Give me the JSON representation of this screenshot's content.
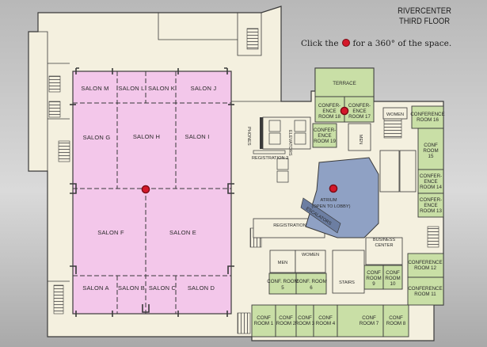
{
  "title": {
    "line1": "RIVERCENTER",
    "line2": "THIRD FLOOR"
  },
  "legend": {
    "before": "Click the",
    "after": "for a 360° of the space."
  },
  "colors": {
    "salon_fill": "#f3c7ea",
    "room_fill": "#c9dfa6",
    "floor_fill": "#f4f0df",
    "atrium_fill": "#8fa1c4",
    "hotspot": "#d4182a",
    "line": "#3a3a3a"
  },
  "salons": {
    "m": "SALON M",
    "l": "SALON L",
    "k": "SALON K",
    "j": "SALON J",
    "g": "SALON G",
    "h": "SALON H",
    "i": "SALON I",
    "f": "SALON F",
    "e": "SALON E",
    "a": "SALON A",
    "b": "SALON B",
    "c": "SALON C",
    "d": "SALON D"
  },
  "rooms": {
    "terrace": "TERRACE",
    "conf18": [
      "CONFER-",
      "ENCE",
      "ROOM 18"
    ],
    "conf17": [
      "CONFER-",
      "ENCE",
      "ROOM 17"
    ],
    "conf19": [
      "CONFER-",
      "ENCE",
      "ROOM 19"
    ],
    "conf16": [
      "CONFERENCE",
      "ROOM 16"
    ],
    "conf15": [
      "CONF",
      "ROOM",
      "15"
    ],
    "conf14": [
      "CONFER-",
      "ENCE",
      "ROOM 14"
    ],
    "conf13": [
      "CONFER-",
      "ENCE",
      "ROOM 13"
    ],
    "conf12": [
      "CONFERENCE",
      "ROOM 12"
    ],
    "conf11": [
      "CONFERENCE",
      "ROOM 11"
    ],
    "conf9": [
      "CONF",
      "ROOM",
      "9"
    ],
    "conf10": [
      "CONF",
      "ROOM",
      "10"
    ],
    "conf5": [
      "CONF. ROOM",
      "5"
    ],
    "conf6": [
      "CONF. ROOM",
      "6"
    ],
    "conf1": [
      "CONF",
      "ROOM 1"
    ],
    "conf2": [
      "CONF",
      "ROOM 2"
    ],
    "conf3": [
      "CONF",
      "ROOM 3"
    ],
    "conf4": [
      "CONF",
      "ROOM 4"
    ],
    "conf7": [
      "CONF",
      "ROOM 7"
    ],
    "conf8": [
      "CONF",
      "ROOM 8"
    ]
  },
  "labels": {
    "phones": "PHONES",
    "elevators": "ELEVATORS",
    "registration2": "REGISTRATION 2",
    "registration": "REGISTRATION",
    "escalators": "ESCALATORS",
    "atrium1": "ATRIUM",
    "atrium2": "(OPEN TO LOBBY)",
    "women": "WOMEN",
    "men": "MEN",
    "men2": "MEN",
    "women2": "WOMEN",
    "stairs": "STAIRS",
    "business1": "BUSINESS",
    "business2": "CENTER"
  }
}
